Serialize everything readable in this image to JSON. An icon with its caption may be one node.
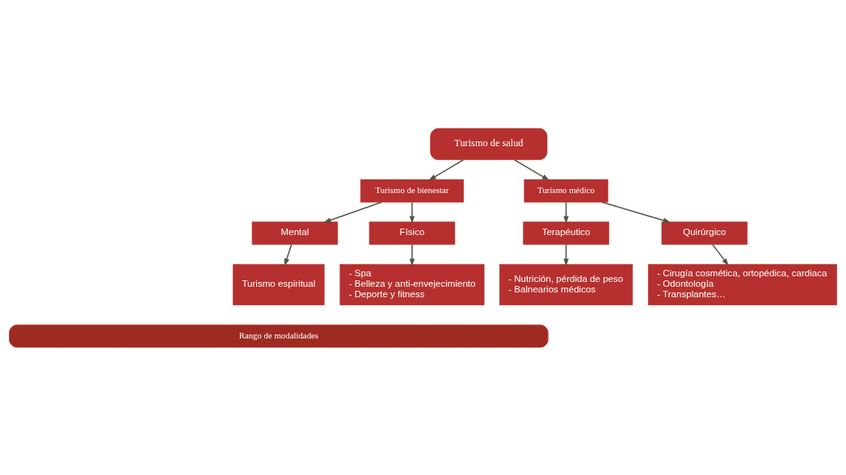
{
  "diagram": {
    "nodes": [
      {
        "text": [
          "Turismo de salud"
        ]
      },
      {
        "text": [
          "Turismo de bienestar"
        ]
      },
      {
        "text": [
          "Turismo médico"
        ]
      },
      {
        "text": [
          "Mental"
        ]
      },
      {
        "text": [
          "Físico"
        ]
      },
      {
        "text": [
          "Terapéutico"
        ]
      },
      {
        "text": [
          "Quirúrgico"
        ]
      },
      {
        "text": [
          "Turismo espiritual"
        ]
      },
      {
        "text": [
          "- Spa",
          "- Belleza y anti-envejecimiento",
          "- Deporte y fitness"
        ]
      },
      {
        "text": [
          "- Nutrición, pérdida de peso",
          "- Balnearios médicos"
        ]
      },
      {
        "text": [
          "- Cirugía cosmética, ortopédica, cardiaca",
          "- Odontología",
          "- Transplantes…"
        ]
      },
      {
        "text": [
          "Rango de modalidades"
        ]
      }
    ],
    "edges": [
      {
        "from": 0,
        "to": 1,
        "arrow": "to"
      },
      {
        "from": 0,
        "to": 2,
        "arrow": "to"
      },
      {
        "from": 1,
        "to": 3,
        "arrow": "to"
      },
      {
        "from": 1,
        "to": 4,
        "arrow": "to"
      },
      {
        "from": 2,
        "to": 5,
        "arrow": "to"
      },
      {
        "from": 2,
        "to": 6,
        "arrow": "to"
      },
      {
        "from": 3,
        "to": 7,
        "arrow": "to"
      },
      {
        "from": 4,
        "to": 8,
        "arrow": "to"
      },
      {
        "from": 5,
        "to": 9,
        "arrow": "to"
      },
      {
        "from": 6,
        "to": 10,
        "arrow": "to"
      }
    ]
  }
}
